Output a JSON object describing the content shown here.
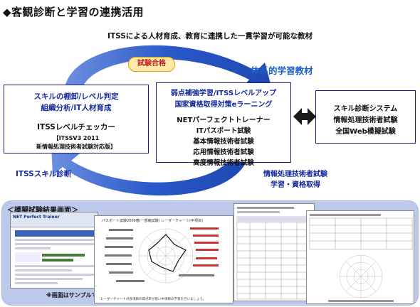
{
  "title": "◆客観診断と学習の連携活用",
  "subtitle": "ITSSによる人材育成、教育に連携した一貫学習が可能な教材",
  "cycle_labels": {
    "exam_pass": "試験合格",
    "systematic_materials": "体系的学習教材",
    "itss_skill_diagnosis": "ITSSスキル診断",
    "info_exam_line1": "情報処理技術者試験",
    "info_exam_line2": "学習・資格取得"
  },
  "box_left": {
    "line1": "スキルの棚卸/レベル判定",
    "line2": "組織分析/IT人材育成",
    "line3": "ITSSレベルチェッカー",
    "line4": "【ITSSV3 2011",
    "line5": "新情報処理技術者試験対応版】"
  },
  "box_center": {
    "line1": "弱点補強学習/ITSSレベルアップ",
    "line2": "国家資格取得対策eラーニング",
    "line3": "NETパーフェクトトレーナー",
    "line4": "ITパスポート試験",
    "line5": "基本情報技術者試験",
    "line6": "応用情報技術者試験",
    "line7": "高度情報技術者試験"
  },
  "box_right": {
    "line1": "スキル診断システム",
    "line2": "情報処理技術者試験",
    "line3": "全国Web模擬試験"
  },
  "panel": {
    "title": "＜模擬試験結果画面＞",
    "sample_note": "※画面はサンプルです"
  },
  "screens": {
    "logo_brand": "NET Perfect Trainer",
    "radar_title": "パスポート試験2009春(一部補試験) レーダーチャート(中項目)",
    "radar_note": "レーダーチャートの各項目の得点率が低い中項目の学習を行いましょう。"
  },
  "colors": {
    "box_border": "#1a1a80",
    "text_blue": "#142a9c",
    "arrow_blue": "#2a59c9",
    "badge_fill": "#ffe9a6",
    "badge_text": "#c0222a",
    "panel_bg": "#bcc9ea"
  }
}
